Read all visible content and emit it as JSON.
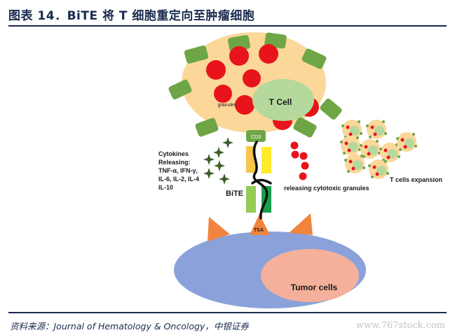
{
  "header": {
    "title": "图表 14．BiTE 将 T 细胞重定向至肿瘤细胞"
  },
  "diagram": {
    "t_cell_label": "T Cell",
    "granules_label": "granules",
    "cd3_label": "CD3",
    "bite_label": "BiTE",
    "tsa_label": "TSA",
    "tumor_label": "Tumor cells",
    "cytokines_lines": [
      "Cytokines",
      "Releasing:",
      "TNF-α, IFN-γ,",
      "IL-6, IL-2, IL-4",
      "IL-10"
    ],
    "granules_release_label": "releasing cytotoxic granules",
    "expansion_label": "T cells expansion",
    "colors": {
      "t_cell_body": "#fbd79a",
      "nucleus": "#b5d89c",
      "receptor": "#6ea646",
      "granule": "#e8141b",
      "tumor": "#8aa2d9",
      "tumor_nucleus": "#f4b09a",
      "antigen": "#f0843c",
      "bite_yellow": "#ffeb2a",
      "bite_orange": "#f7c64b",
      "bite_lightgreen": "#93cb55",
      "bite_darkgreen": "#16a04a",
      "star": "#3b5e2b"
    }
  },
  "footer": {
    "source": "资料来源：Journal of Hematology & Oncology，中银证券",
    "watermark": "www.767stock.com"
  }
}
